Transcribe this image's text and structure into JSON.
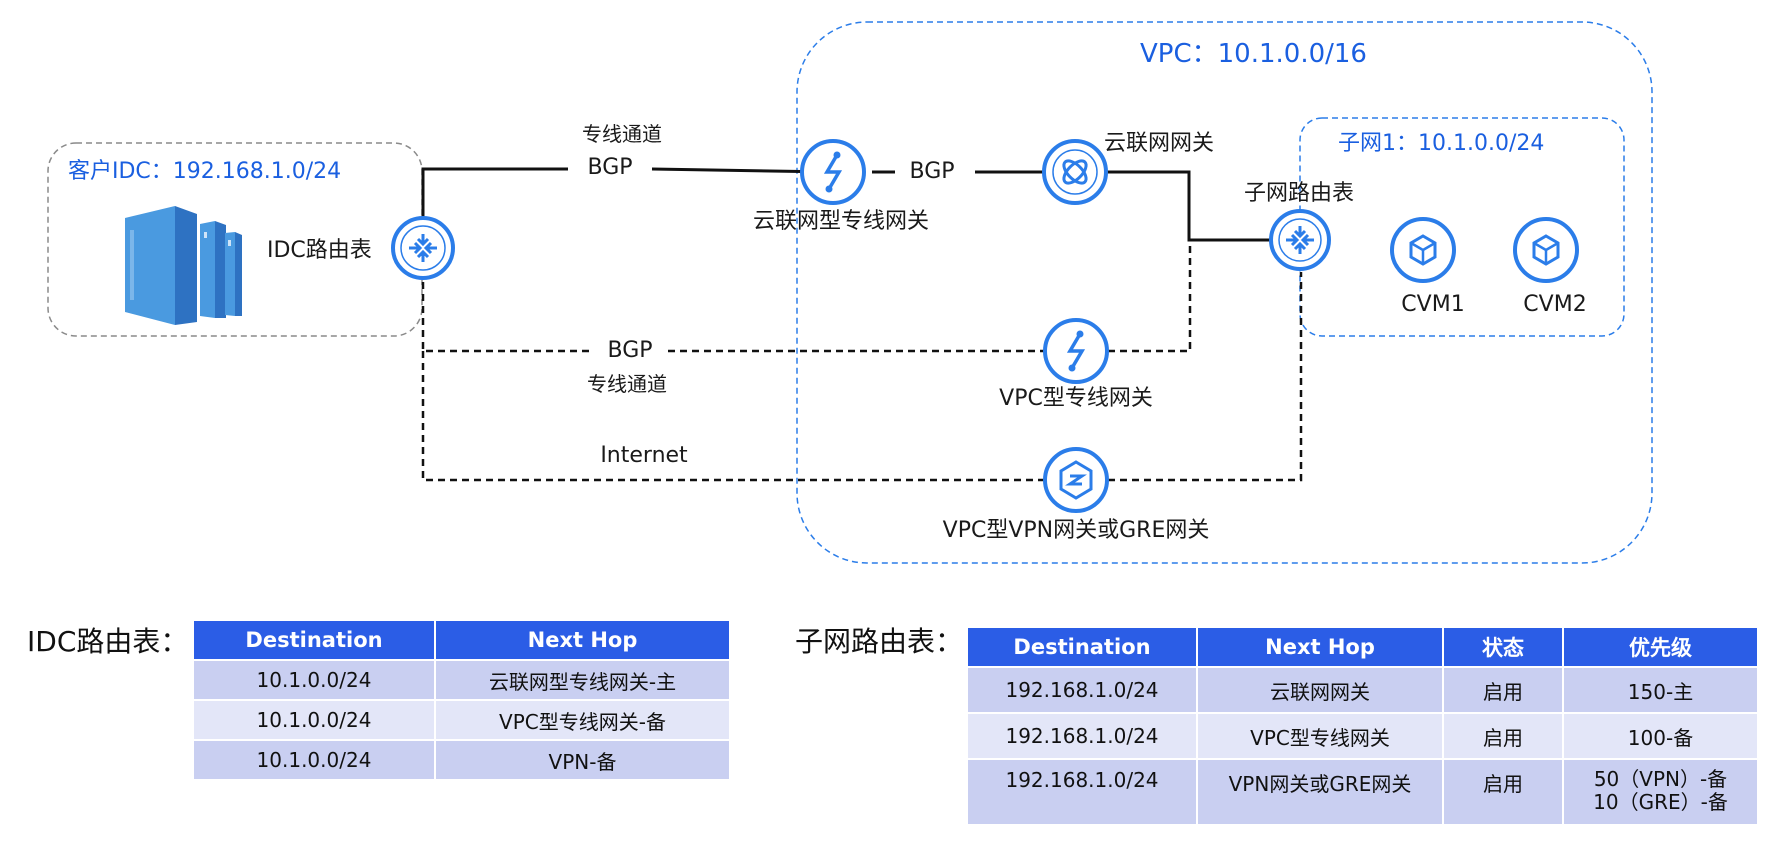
{
  "diagram": {
    "idc_box_label": "客户IDC：192.168.1.0/24",
    "idc_router_label": "IDC路由表",
    "vpc_label": "VPC：10.1.0.0/16",
    "subnet_label": "子网1：10.1.0.0/24",
    "subnet_router_label": "子网路由表",
    "top_channel_label": "专线通道",
    "top_bgp_left": "BGP",
    "top_bgp_right": "BGP",
    "ccn_dc_gateway_label": "云联网型专线网关",
    "ccn_gateway_label": "云联网网关",
    "mid_bgp": "BGP",
    "mid_channel_label": "专线通道",
    "vpc_dc_gateway_label": "VPC型专线网关",
    "internet_label": "Internet",
    "vpn_gateway_label": "VPC型VPN网关或GRE网关",
    "cvm1": "CVM1",
    "cvm2": "CVM2",
    "colors": {
      "accent": "#2b7de9",
      "line": "#111111",
      "box_border": "#888888",
      "vpc_border": "#2b7de9"
    },
    "icons": [
      "server-icon",
      "router-icon",
      "ccn-dc-gateway-icon",
      "ccn-gateway-icon",
      "vpc-dc-gateway-icon",
      "vpn-gateway-icon",
      "cvm-icon"
    ]
  },
  "idc_table": {
    "title": "IDC路由表：",
    "headers": [
      "Destination",
      "Next Hop"
    ],
    "rows": [
      [
        "10.1.0.0/24",
        "云联网型专线网关-主"
      ],
      [
        "10.1.0.0/24",
        "VPC型专线网关-备"
      ],
      [
        "10.1.0.0/24",
        "VPN-备"
      ]
    ]
  },
  "subnet_table": {
    "title": "子网路由表：",
    "headers": [
      "Destination",
      "Next Hop",
      "状态",
      "优先级"
    ],
    "rows": [
      [
        "192.168.1.0/24",
        "云联网网关",
        "启用",
        "150-主",
        ""
      ],
      [
        "192.168.1.0/24",
        "VPC型专线网关",
        "启用",
        "100-备",
        ""
      ],
      [
        "192.168.1.0/24",
        "VPN网关或GRE网关",
        "启用",
        "50（VPN）-备",
        "10（GRE）-备"
      ]
    ]
  }
}
